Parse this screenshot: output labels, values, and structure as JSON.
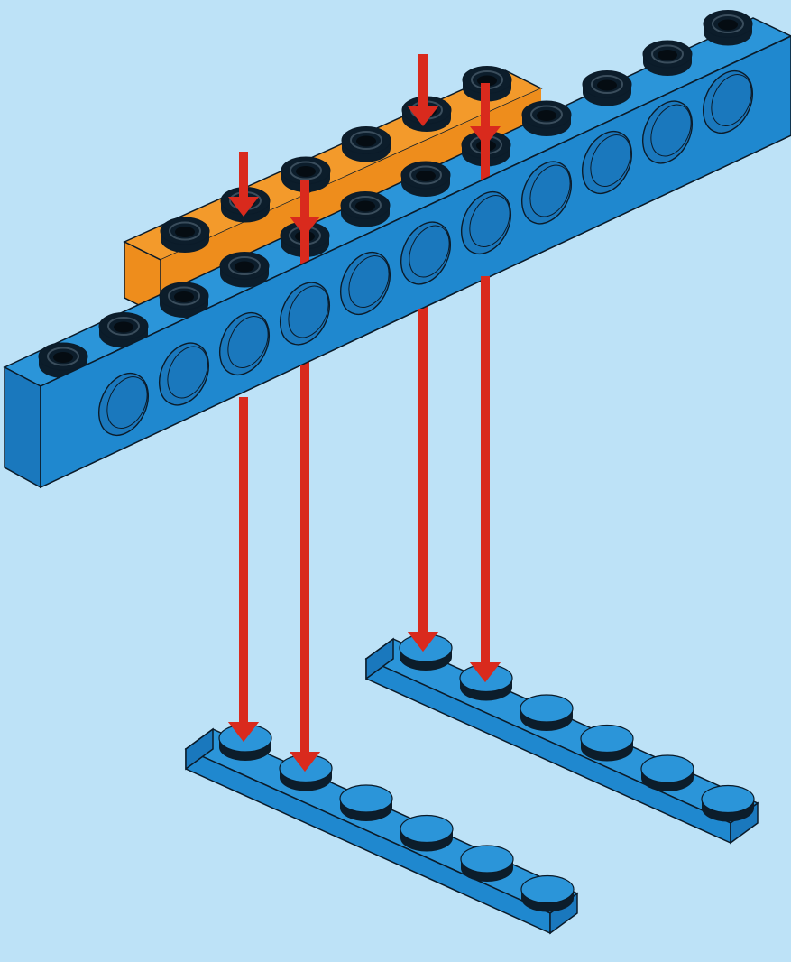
{
  "diagram": {
    "colors": {
      "background": "#bde2f7",
      "blue_top": "#2b95d9",
      "blue_front": "#1f88cf",
      "blue_side": "#1a78bd",
      "orange_top": "#f39a2b",
      "orange_front": "#ee8d1c",
      "stud_dark": "#0c1d2b",
      "outline": "#0b1b29",
      "arrow": "#d92a1d"
    },
    "parts": [
      {
        "name": "beam-orange",
        "kind": "technic-beam",
        "color": "orange",
        "studs": 6
      },
      {
        "name": "beam-blue",
        "kind": "technic-beam",
        "color": "blue",
        "studs": 12,
        "holes": 11
      },
      {
        "name": "plate-left",
        "kind": "plate",
        "color": "blue",
        "studs": 6
      },
      {
        "name": "plate-right",
        "kind": "plate",
        "color": "blue",
        "studs": 6
      }
    ],
    "arrows": [
      {
        "name": "arrow-orange-to-plate-left"
      },
      {
        "name": "arrow-blue-to-plate-left"
      },
      {
        "name": "arrow-orange-to-plate-right"
      },
      {
        "name": "arrow-blue-to-plate-right"
      }
    ]
  }
}
